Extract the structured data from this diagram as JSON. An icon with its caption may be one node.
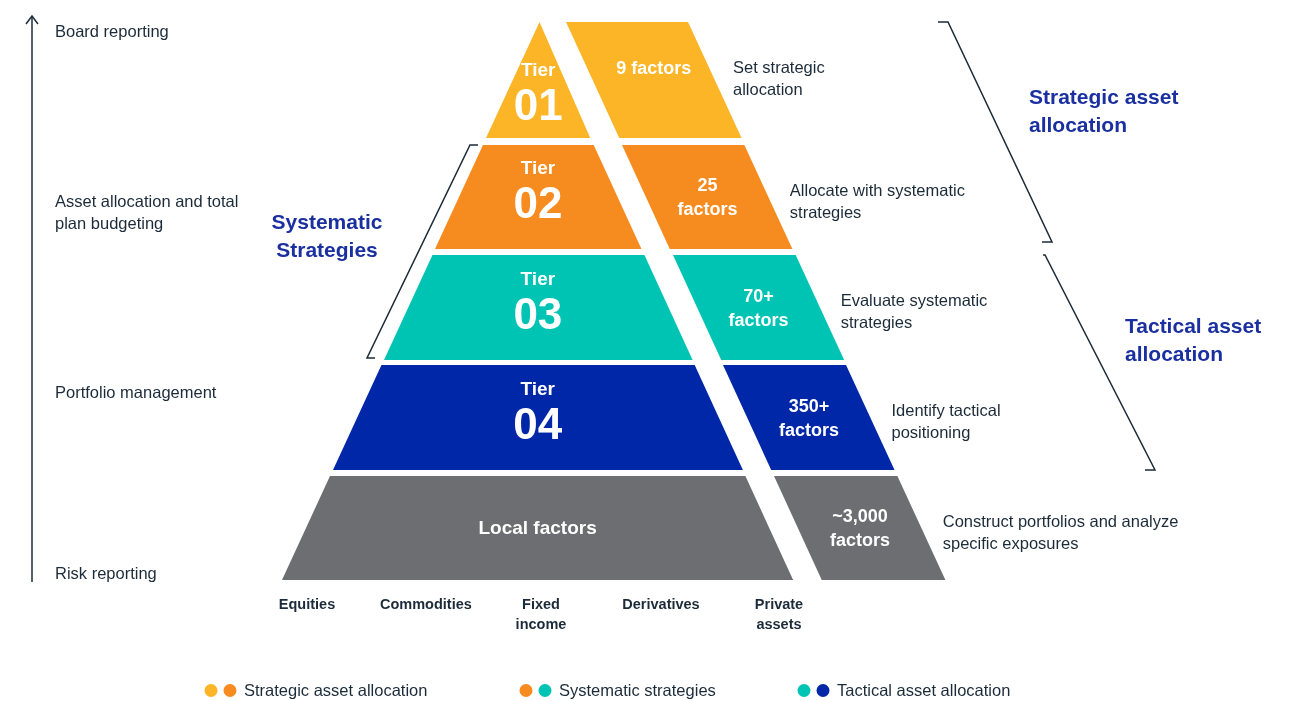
{
  "diagram": {
    "nodes": [
      {
        "text": [
          "Tier",
          "01"
        ]
      },
      {
        "text": [
          "9 factors"
        ],
        "beside": [
          "Set strategic allocation"
        ]
      },
      {
        "text": [
          "Tier",
          "02"
        ]
      },
      {
        "text": [
          "25 factors"
        ],
        "beside": [
          "Allocate with systematic strategies"
        ]
      },
      {
        "text": [
          "Tier",
          "03"
        ]
      },
      {
        "text": [
          "70+ factors"
        ],
        "beside": [
          "Evaluate systematic strategies"
        ]
      },
      {
        "text": [
          "Tier",
          "04"
        ]
      },
      {
        "text": [
          "350+ factors"
        ],
        "beside": [
          "Identify tactical positioning"
        ]
      },
      {
        "text": [
          "Local factors"
        ]
      },
      {
        "text": [
          "~3,000 factors"
        ],
        "beside": [
          "Construct portfolios and analyze specific exposures"
        ]
      }
    ],
    "labels": [
      "Board reporting",
      "Strategic asset allocation",
      "Asset allocation and total plan budgeting",
      "Systematic Strategies",
      "Tactical asset allocation",
      "Portfolio management",
      "Risk reporting",
      "Equities",
      "Commodities",
      "Fixed income",
      "Derivatives",
      "Private assets"
    ],
    "legend": [
      {
        "text": "Strategic asset allocation",
        "color": "#fbb526"
      },
      {
        "text": "Systematic strategies",
        "color": "#f68b1f"
      },
      {
        "text": "Tactical asset allocation",
        "color": "#00c4b3"
      }
    ]
  }
}
